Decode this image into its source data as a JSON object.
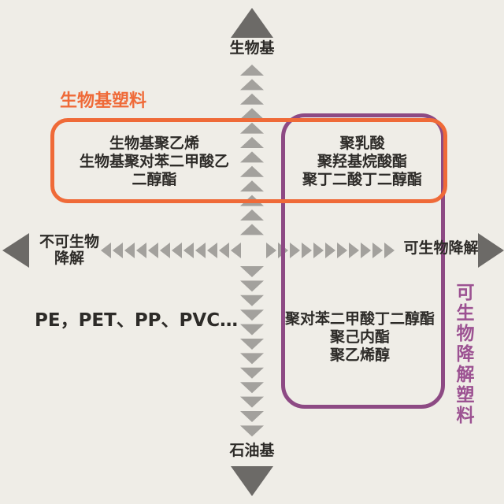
{
  "colors": {
    "bg": "#efede7",
    "ink": "#2d2b28",
    "orange": "#ef6a38",
    "purple": "#8d4a84",
    "purple_text": "#9c5292",
    "arrow_big": "#6c6a67",
    "arrow_small": "#a3a19d"
  },
  "axes": {
    "top_label": "生物基",
    "bottom_label": "石油基",
    "left_label": [
      "不可生物",
      "降解"
    ],
    "right_label": "可生物降解"
  },
  "groups": {
    "biobased_label": "生物基塑料",
    "biodegradable_label": "可生物降解塑料"
  },
  "quadrants": {
    "top_left": [
      "生物基聚乙烯",
      "生物基聚对苯二甲酸乙",
      "二醇酯"
    ],
    "top_right": [
      "聚乳酸",
      "聚羟基烷酸酯",
      "聚丁二酸丁二醇酯"
    ],
    "bottom_left": [
      "PE，PET、PP、PVC…"
    ],
    "bottom_right": [
      "聚对苯二甲酸丁二醇酯",
      "聚己内酯",
      "聚乙烯醇"
    ]
  }
}
